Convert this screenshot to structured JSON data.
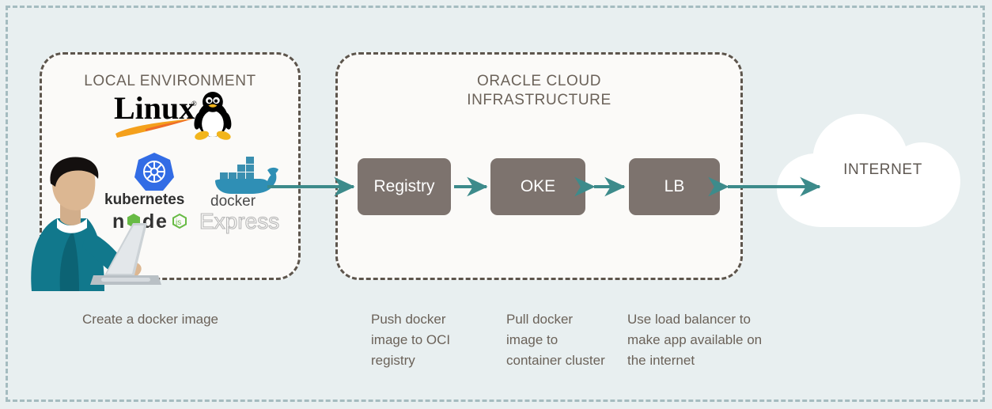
{
  "diagram": {
    "title": "Oracle Cloud Infrastructure docker deployment flow",
    "background_color": "#e8eff0",
    "outer_border_color": "#a5bcc0",
    "panel_fill": "#fbfaf8",
    "panel_border_color": "#5d554c",
    "arrow_color": "#3d8b8b",
    "node_fill": "#7d736e",
    "node_text_color": "#ffffff",
    "text_color": "#6b6259"
  },
  "panels": [
    {
      "id": "local",
      "title": "LOCAL ENVIRONMENT"
    },
    {
      "id": "oci",
      "title": "ORACLE CLOUD\nINFRASTRUCTURE"
    }
  ],
  "nodes": [
    {
      "id": "registry",
      "label": "Registry"
    },
    {
      "id": "oke",
      "label": "OKE"
    },
    {
      "id": "lb",
      "label": "LB"
    }
  ],
  "internet": {
    "label": "INTERNET"
  },
  "logos": [
    {
      "id": "linux",
      "name": "Linux",
      "wordmark": "Linux",
      "colors": [
        "#000000",
        "#f9a21b",
        "#e8622a"
      ]
    },
    {
      "id": "kubernetes",
      "name": "Kubernetes",
      "wordmark": "kubernetes",
      "colors": [
        "#326ce5",
        "#ffffff"
      ]
    },
    {
      "id": "docker",
      "name": "Docker",
      "wordmark": "docker",
      "colors": [
        "#2f8fb5",
        "#3f3f3f"
      ]
    },
    {
      "id": "nodejs",
      "name": "Node.js",
      "wordmark": "node js",
      "colors": [
        "#333333",
        "#68bb45"
      ]
    },
    {
      "id": "express",
      "name": "Express",
      "wordmark": "Express",
      "colors": [
        "#b5b5b5"
      ]
    }
  ],
  "captions": [
    {
      "id": "create",
      "text": "Create a docker image"
    },
    {
      "id": "push",
      "text": "Push docker image to OCI registry"
    },
    {
      "id": "pull",
      "text": "Pull docker image to container cluster"
    },
    {
      "id": "loadbalancer",
      "text": "Use load balancer to make app available on the internet"
    }
  ],
  "arrows": [
    {
      "id": "local-to-registry",
      "from": "local-environment",
      "to": "registry",
      "direction": "one-way"
    },
    {
      "id": "registry-to-oke",
      "from": "registry",
      "to": "oke",
      "direction": "one-way"
    },
    {
      "id": "oke-to-lb",
      "from": "oke",
      "to": "lb",
      "direction": "two-way"
    },
    {
      "id": "lb-to-internet",
      "from": "lb",
      "to": "internet",
      "direction": "two-way"
    }
  ]
}
